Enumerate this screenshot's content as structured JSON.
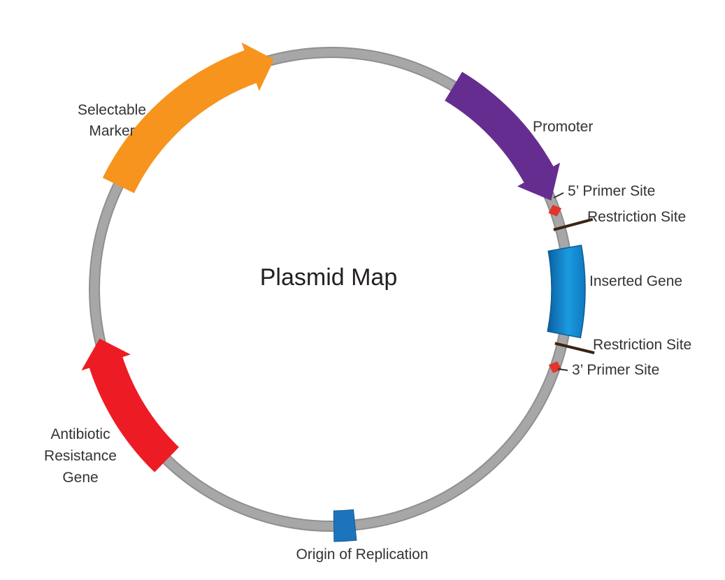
{
  "diagram": {
    "title": "Plasmid Map",
    "colors": {
      "backbone": "#a7a7a7",
      "backbone_outline": "#8a8a8a",
      "promoter": "#662d91",
      "selectable_marker": "#f7941d",
      "antibiotic_resistance": "#ed1c24",
      "inserted_gene": "#0f8fd6",
      "origin": "#1c75bc",
      "primer_site": "#e0362c",
      "restriction_site": "#3b2314"
    },
    "labels": {
      "selectable_marker_line1": "Selectable",
      "selectable_marker_line2": "Marker",
      "promoter": "Promoter",
      "primer_5": "5’ Primer Site",
      "restriction_site_top": "Restriction Site",
      "inserted_gene": "Inserted Gene",
      "restriction_site_bottom": "Restriction Site",
      "primer_3": "3’ Primer Site",
      "antibiotic_line1": "Antibiotic",
      "antibiotic_line2": "Resistance",
      "antibiotic_line3": "Gene",
      "origin": "Origin of Replication"
    }
  }
}
